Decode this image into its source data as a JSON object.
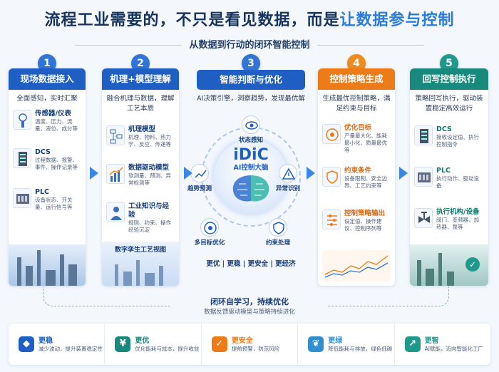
{
  "title": {
    "main": "流程工业需要的，不只是看见数据，而是",
    "accent": "让数据参与控制"
  },
  "subtitle": "从数据到行动的闭环智能控制",
  "colors": {
    "blue": "#1f5fc4",
    "orange": "#ec7b18",
    "teal": "#178a7d"
  },
  "steps": [
    {
      "num": "1",
      "title": "现场数据接入",
      "desc": "全面感知，实时汇聚",
      "items": [
        {
          "icon": "sensor-icon",
          "title": "传感器/仪表",
          "sub": "温度、压力、流量、液位、成分等"
        },
        {
          "icon": "server-icon",
          "title": "DCS",
          "sub": "过程数据、报警、事件、操作记录等"
        },
        {
          "icon": "plc-icon",
          "title": "PLC",
          "sub": "设备状态、开关量、运行信号等"
        }
      ]
    },
    {
      "num": "2",
      "title": "机理+模型理解",
      "desc": "融合机理与数据，理解工艺本质",
      "items": [
        {
          "icon": "flowchart-icon",
          "title": "机理模型",
          "sub": "机理、物料、热力学、反应、传递等"
        },
        {
          "icon": "chart-icon",
          "title": "数据驱动模型",
          "sub": "软测量、预测、异常检测等"
        },
        {
          "icon": "people-icon",
          "title": "工业知识与经验",
          "sub": "规则、约束、操作经验沉淀"
        }
      ],
      "twin": "数字孪生工艺视图"
    },
    {
      "num": "3",
      "title": "智能判断与优化",
      "desc": "AI决策引擎，洞察趋势，发现最优解",
      "brand": "iDiC",
      "brand_sub": "AI控制大脑",
      "nodes": [
        "状态感知",
        "趋势预测",
        "异常识别",
        "多目标优化",
        "约束处理"
      ],
      "benefits": "更优 | 更稳 | 更安全 | 更经济"
    },
    {
      "num": "4",
      "title": "控制策略生成",
      "desc": "生成最优控制策略，满足约束与目标",
      "items": [
        {
          "icon": "target-icon",
          "title": "优化目标",
          "sub": "产量最大化、能耗最小化、质量最优等"
        },
        {
          "icon": "shield-icon",
          "title": "约束条件",
          "sub": "设备限制、安全边界、工艺约束等"
        },
        {
          "icon": "output-icon",
          "title": "控制策略输出",
          "sub": "设定值、操作建议、控制序列等"
        }
      ]
    },
    {
      "num": "5",
      "title": "回写控制执行",
      "desc": "策略回写执行，驱动装置稳定高效运行",
      "items": [
        {
          "icon": "server-icon",
          "title": "DCS",
          "sub": "接收设定值、执行控制指令"
        },
        {
          "icon": "plc-icon",
          "title": "PLC",
          "sub": "执行动作、驱动设备"
        },
        {
          "icon": "valve-icon",
          "title": "执行机构/设备",
          "sub": "阀门、变频器、加热器、泵等"
        }
      ]
    }
  ],
  "loop": {
    "title": "闭环自学习，持续优化",
    "sub": "数据反馈驱动模型与策略持续进化"
  },
  "footer": [
    {
      "icon": "shield-icon",
      "title": "更稳",
      "sub": "减少波动，提升装置稳定性",
      "color": "#1f5fc4"
    },
    {
      "icon": "yen-icon",
      "title": "更优",
      "sub": "优化能耗与成本，提升收益",
      "color": "#178a7d"
    },
    {
      "icon": "check-shield-icon",
      "title": "更安全",
      "sub": "提前预警，防范风险",
      "color": "#ec7b18"
    },
    {
      "icon": "leaf-icon",
      "title": "更绿",
      "sub": "降低能耗与排放，绿色低碳",
      "color": "#2f8fd0"
    },
    {
      "icon": "trend-icon",
      "title": "更智",
      "sub": "AI赋能，迈向智能化工厂",
      "color": "#1e9a8c"
    }
  ]
}
